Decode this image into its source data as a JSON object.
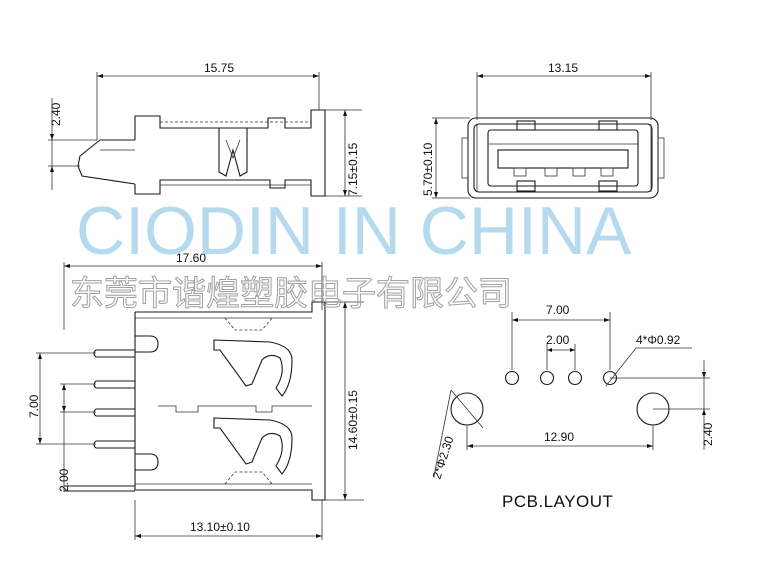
{
  "watermark": {
    "brand": "CIODIN IN CHINA",
    "company_cn": "东莞市谐煌塑胶电子有限公司"
  },
  "side_view": {
    "length": "15.75",
    "offset": "2.40",
    "height": "7.15±0.15"
  },
  "front_view": {
    "width": "13.15",
    "height": "5.70±0.10"
  },
  "top_view": {
    "length": "17.60",
    "pin_span": "7.00",
    "pin_pitch": "2.00",
    "width": "14.60±0.15",
    "body": "13.10±0.10"
  },
  "pcb_layout": {
    "title": "PCB.LAYOUT",
    "hole_span": "7.00",
    "hole_pitch": "2.00",
    "small_hole": "4*Φ0.92",
    "big_hole": "2*Φ2.30",
    "peg_span": "12.90",
    "peg_offset": "2.40"
  }
}
